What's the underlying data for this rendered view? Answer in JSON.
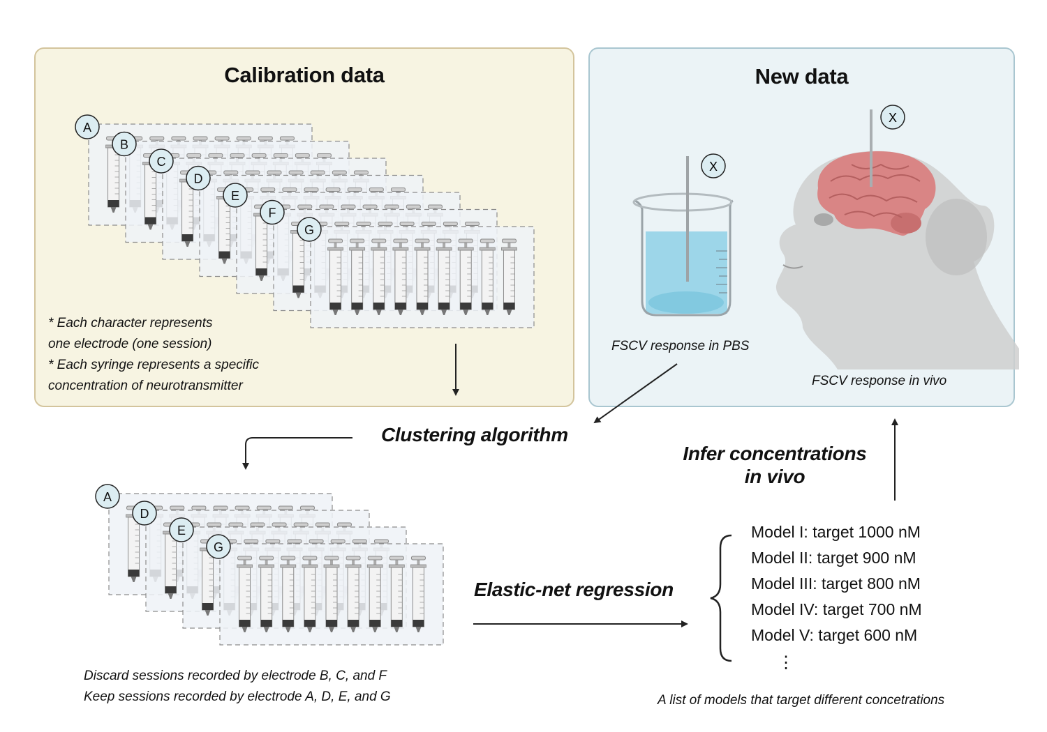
{
  "calibration": {
    "title": "Calibration data",
    "electrodes": [
      "A",
      "B",
      "C",
      "D",
      "E",
      "F",
      "G"
    ],
    "notes": [
      "* Each character represents",
      "one electrode (one session)",
      "* Each syringe represents a specific",
      "concentration of neurotransmitter"
    ]
  },
  "new_data": {
    "title": "New data",
    "beaker_electrode": "X",
    "brain_electrode": "X",
    "pbs_caption": "FSCV response in PBS",
    "vivo_caption": "FSCV response in vivo"
  },
  "steps": {
    "clustering": "Clustering algorithm",
    "elastic_net": "Elastic-net regression",
    "infer_line1": "Infer concentrations",
    "infer_line2": "in vivo"
  },
  "kept": {
    "electrodes": [
      "A",
      "D",
      "E",
      "G"
    ],
    "notes": [
      "Discard sessions recorded by electrode B, C, and F",
      "Keep sessions recorded by electrode A, D, E, and G"
    ]
  },
  "models": {
    "items": [
      "Model I: target 1000 nM",
      "Model II: target 900 nM",
      "Model III: target 800 nM",
      "Model IV: target 700 nM",
      "Model V: target 600 nM"
    ],
    "ellipsis": "⋮",
    "caption": "A list of models that target different concetrations"
  },
  "colors": {
    "calib_bg": "#f7f4e2",
    "calib_border": "#d3c49c",
    "new_bg": "#ebf3f6",
    "new_border": "#a9c6d0",
    "label_circle": "#dcedf2",
    "brain": "#d98585",
    "monkey": "#cfcfcf",
    "liquid": "#8fd0e6"
  }
}
